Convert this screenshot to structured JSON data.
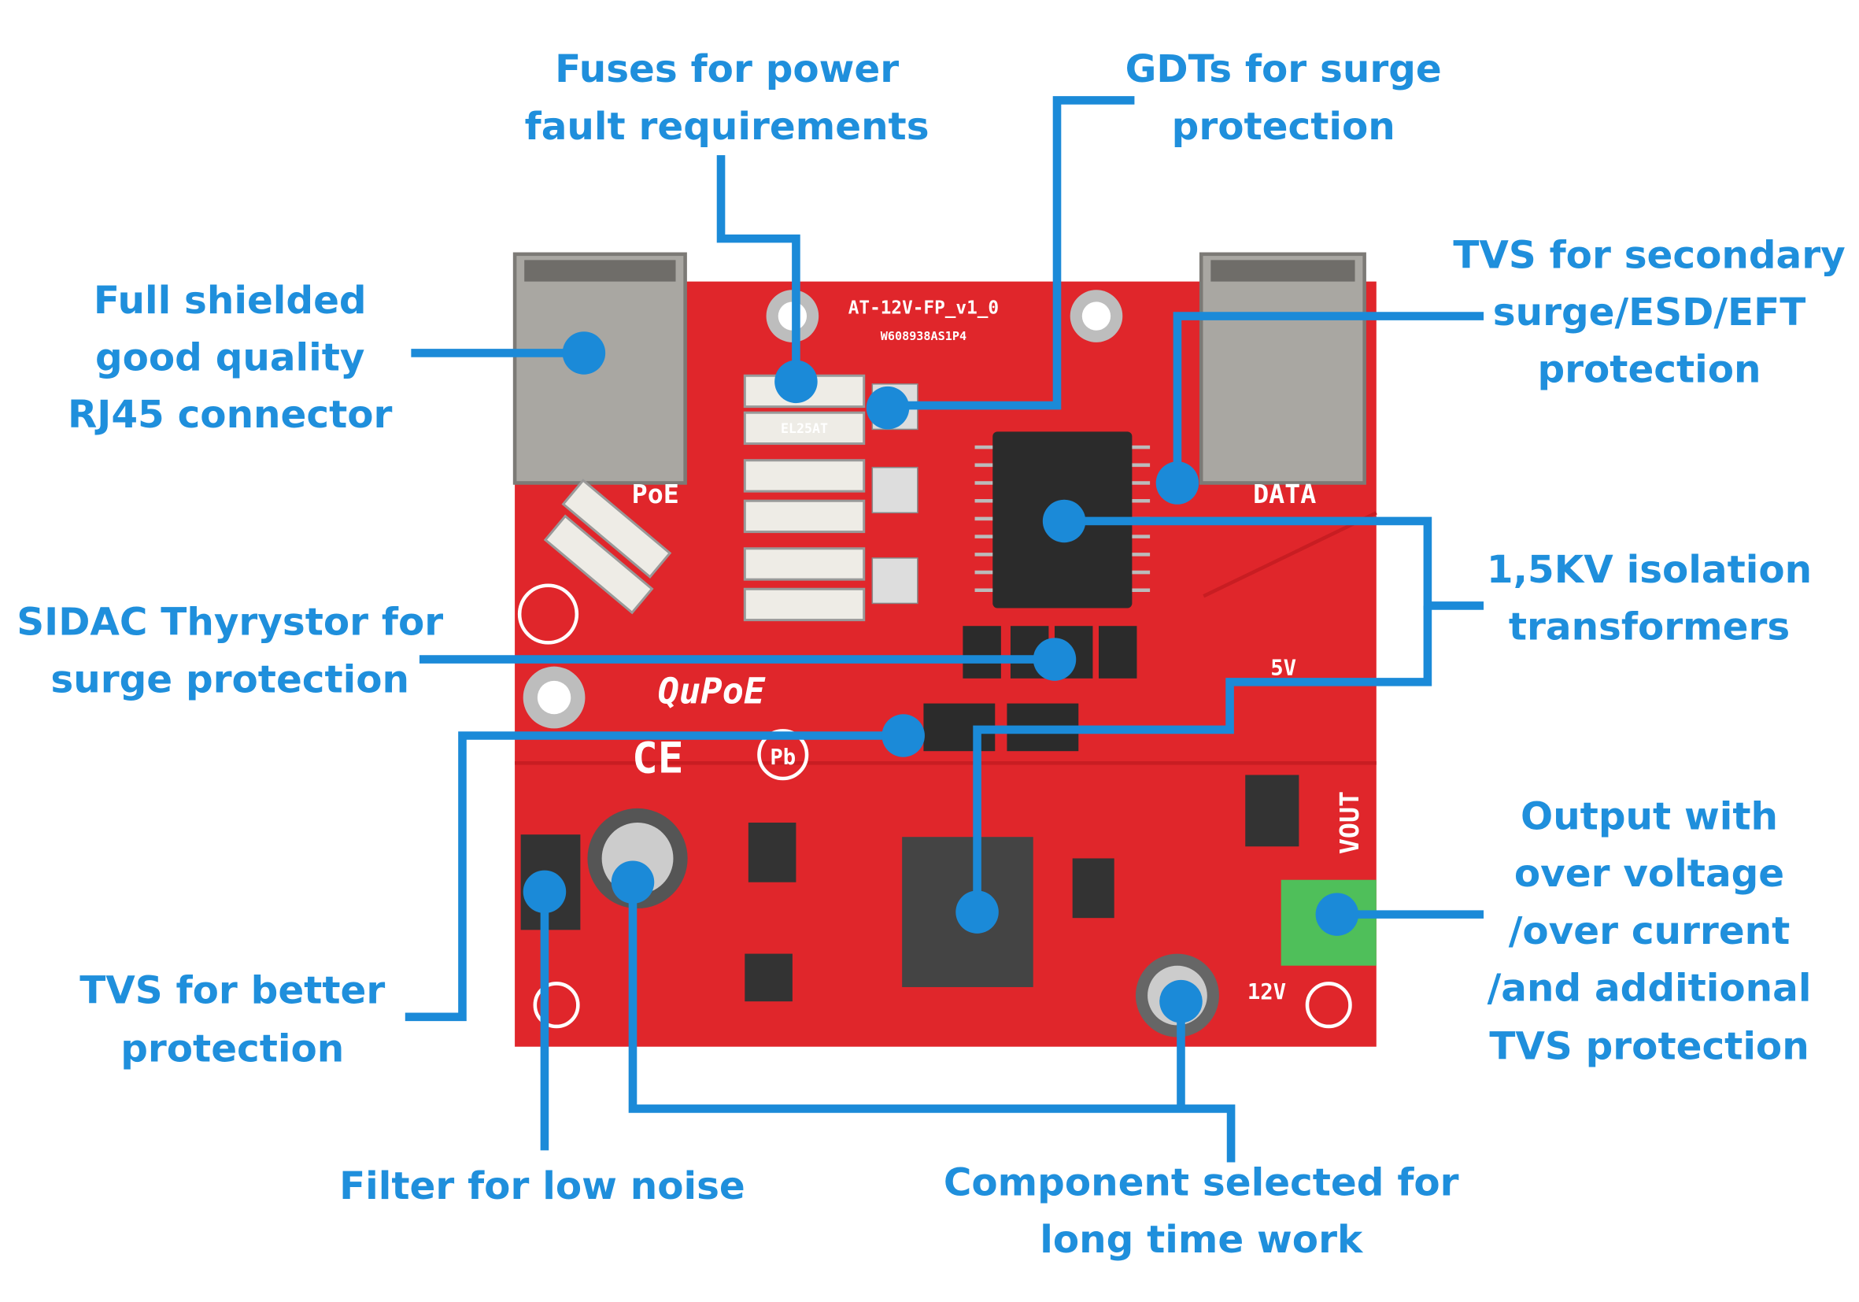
{
  "labels": {
    "fuses": [
      "Fuses for power",
      "fault requirements"
    ],
    "gdts": [
      "GDTs for surge",
      "protection"
    ],
    "rj45": [
      "Full shielded",
      "good quality",
      "RJ45 connector"
    ],
    "tvs_secondary": [
      "TVS for secondary",
      "surge/ESD/EFT",
      "protection"
    ],
    "isolation": [
      "1,5KV isolation",
      "transformers"
    ],
    "sidac": [
      "SIDAC Thyrystor for",
      "surge protection"
    ],
    "output": [
      "Output with",
      "over voltage",
      "/over current",
      "/and additional",
      "TVS protection"
    ],
    "tvs_better": [
      "TVS for better",
      "protection"
    ],
    "filter": [
      "Filter for low noise"
    ],
    "component": [
      "Component selected for",
      "long time work"
    ]
  },
  "pcb": {
    "model": "AT-12V-FP_v1_0",
    "serial": "W608938AS1P4",
    "poe": "PoE",
    "data": "DATA",
    "brand": "QuPoE",
    "v5": "5V",
    "vout": "VOUT",
    "v12": "12V",
    "ce": "CE",
    "pb": "Pb",
    "fuse_marking": "EL25AT"
  },
  "colors": {
    "accent": "#1f8fdc",
    "pcb": "#e0262b"
  }
}
